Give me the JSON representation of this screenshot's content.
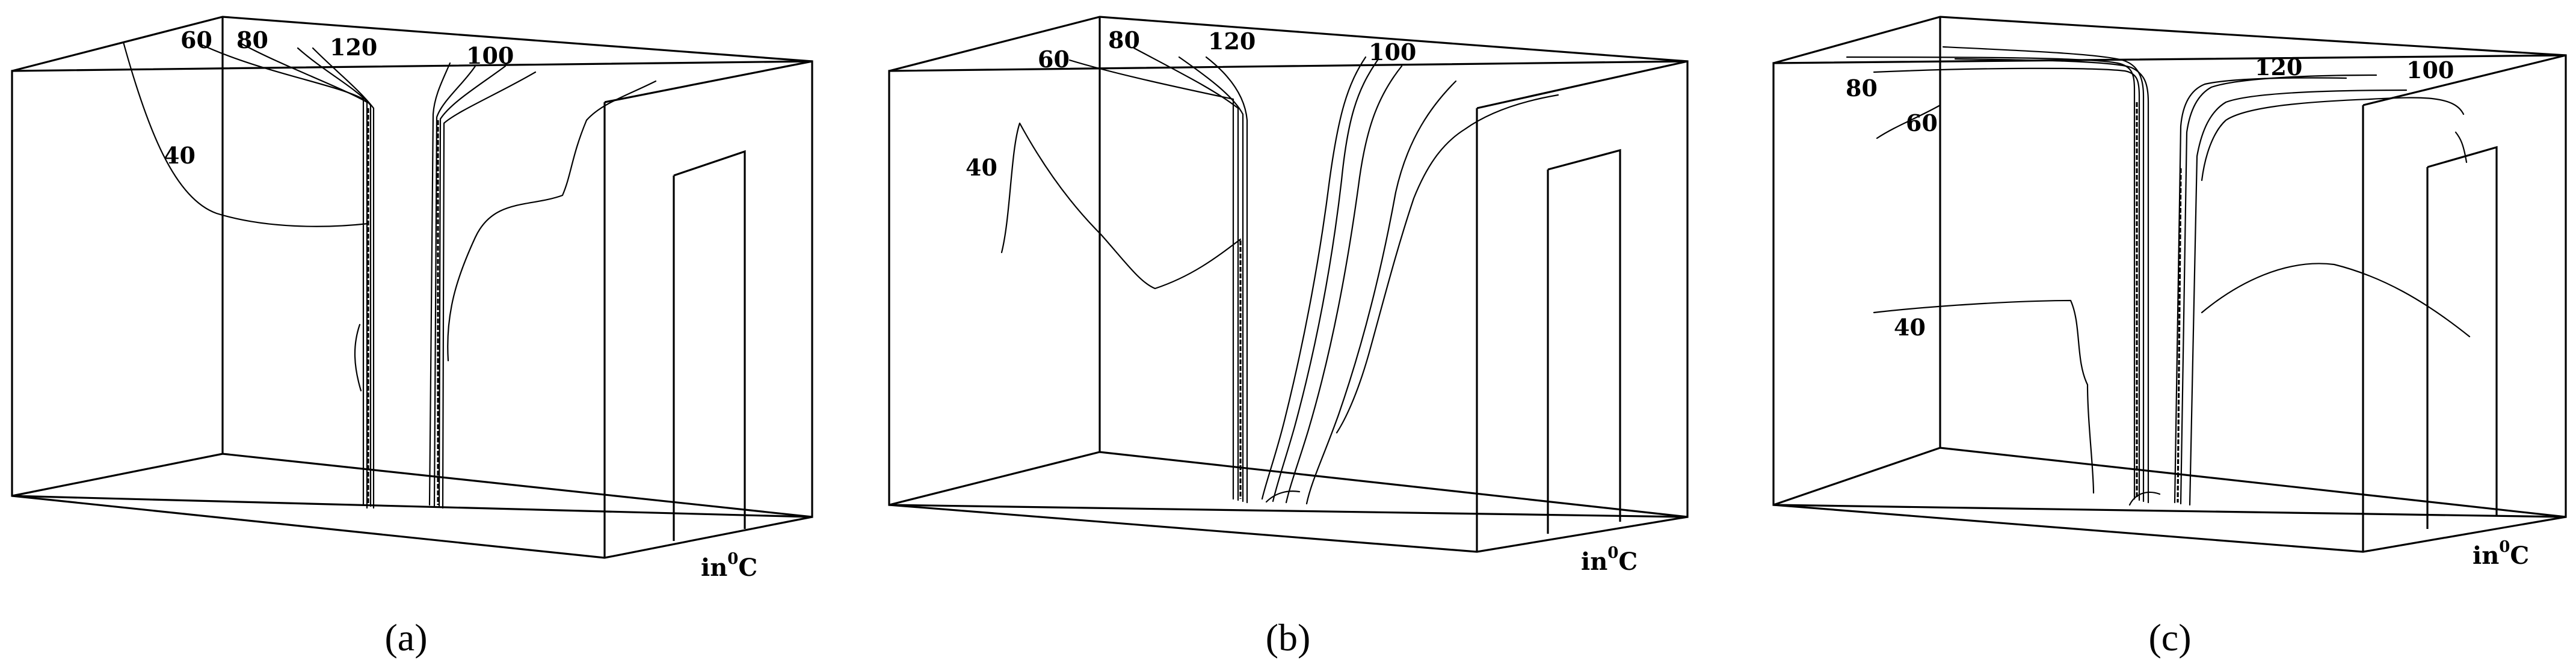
{
  "panels": [
    {
      "caption": "(a)",
      "unit_prefix": "in",
      "unit_sup": "0",
      "unit_suffix": "C",
      "labels": [
        "60",
        "80",
        "120",
        "100",
        "40"
      ]
    },
    {
      "caption": "(b)",
      "unit_prefix": "in",
      "unit_sup": "0",
      "unit_suffix": "C",
      "labels": [
        "60",
        "80",
        "120",
        "100",
        "40"
      ]
    },
    {
      "caption": "(c)",
      "unit_prefix": "in",
      "unit_sup": "0",
      "unit_suffix": "C",
      "labels": [
        "80",
        "60",
        "120",
        "100",
        "40"
      ]
    }
  ]
}
